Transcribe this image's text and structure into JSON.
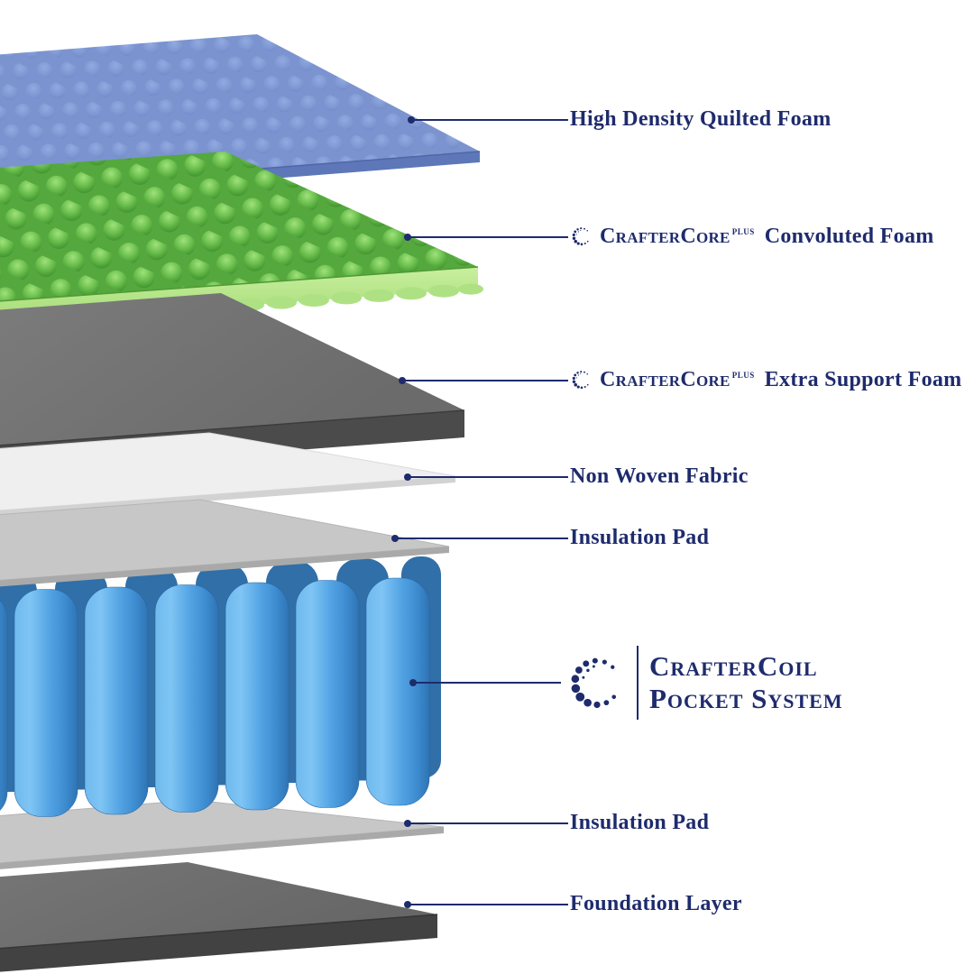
{
  "title": "Mattress construction layers diagram",
  "colors": {
    "label_text": "#1e2b6d",
    "leader_line": "#1e2b6d",
    "quilted_foam": "#7d96d2",
    "convoluted_foam": "#66bb4a",
    "convoluted_foam_edge": "#b5e48e",
    "support_foam": "#777777",
    "non_woven_fabric": "#efefef",
    "insulation_pad": "#c7c7c7",
    "pocket_coil": "#57a9e9",
    "pocket_coil_back": "#306fa8",
    "foundation": "#747474"
  },
  "labels": {
    "quilted": {
      "text": "High Density Quilted Foam"
    },
    "convoluted": {
      "brand": "CrafterCore",
      "sup": "Plus",
      "text": "Convoluted Foam"
    },
    "extra_support": {
      "brand": "CrafterCore",
      "sup": "Plus",
      "text": "Extra Support Foam"
    },
    "non_woven": {
      "text": "Non Woven Fabric"
    },
    "insulation_top": {
      "text": "Insulation Pad"
    },
    "pocket_system": {
      "line1": "CrafterCoil",
      "line2": "Pocket System"
    },
    "insulation_bottom": {
      "text": "Insulation Pad"
    },
    "foundation": {
      "text": "Foundation Layer"
    }
  },
  "icons": {
    "brand_logo": "dotted-circle-c-logo"
  }
}
